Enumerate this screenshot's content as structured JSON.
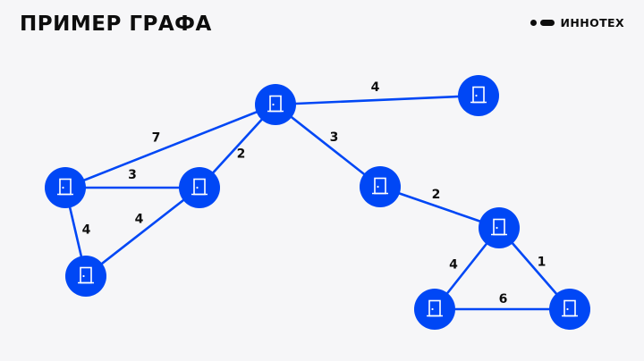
{
  "header": {
    "title": "ПРИМЕР ГРАФА",
    "logo_text": "ИННОТЕХ"
  },
  "colors": {
    "accent": "#0047f5",
    "text": "#0d0d0d",
    "background": "#f6f6f8"
  },
  "graph": {
    "node_icon": "door-icon",
    "nodes": [
      "n1",
      "n2",
      "n3",
      "n4",
      "n5",
      "n6",
      "n7",
      "n8",
      "n9",
      "n10"
    ],
    "edges": [
      {
        "from": "n1",
        "to": "n2",
        "weight": "4"
      },
      {
        "from": "n1",
        "to": "n3",
        "weight": "7"
      },
      {
        "from": "n1",
        "to": "n4",
        "weight": "2"
      },
      {
        "from": "n1",
        "to": "n5",
        "weight": "3"
      },
      {
        "from": "n3",
        "to": "n4",
        "weight": "3"
      },
      {
        "from": "n3",
        "to": "n7",
        "weight": "4"
      },
      {
        "from": "n4",
        "to": "n7",
        "weight": "4"
      },
      {
        "from": "n5",
        "to": "n6",
        "weight": "2"
      },
      {
        "from": "n6",
        "to": "n8",
        "weight": "4"
      },
      {
        "from": "n6",
        "to": "n9",
        "weight": "1"
      },
      {
        "from": "n8",
        "to": "n9",
        "weight": "6"
      }
    ]
  }
}
